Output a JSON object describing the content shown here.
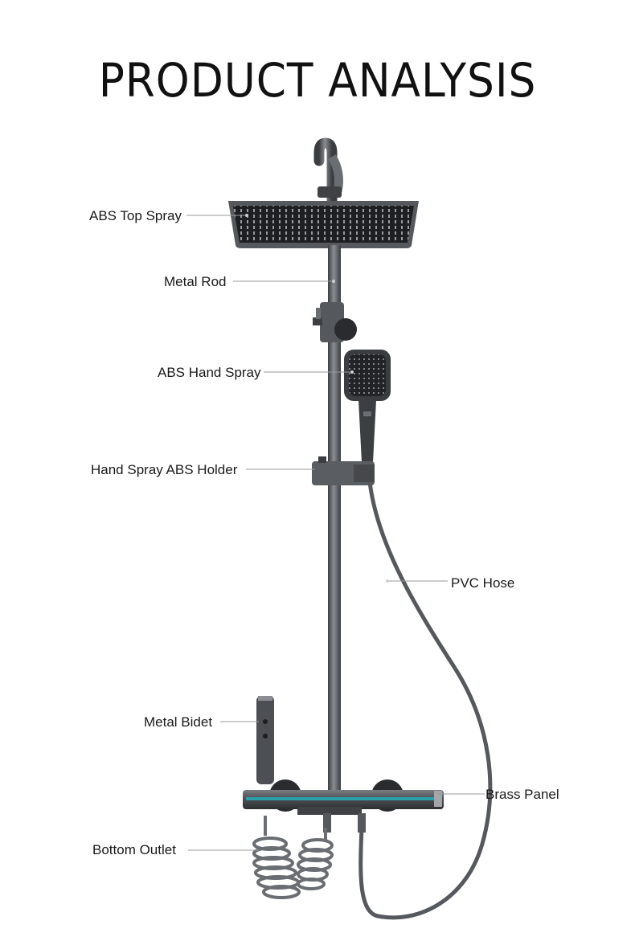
{
  "title": "PRODUCT ANALYSIS",
  "labels": {
    "abs_top_spray": "ABS Top Spray",
    "metal_rod": "Metal Rod",
    "abs_hand_spray": "ABS Hand Spray",
    "hand_spray_holder": "Hand Spray ABS Holder",
    "pvc_hose": "PVC Hose",
    "metal_bidet": "Metal Bidet",
    "brass_panel": "Brass Panel",
    "bottom_outlet": "Bottom Outlet"
  },
  "colors": {
    "metal": "#5f6266",
    "dark": "#2b2d30",
    "panel_accent": "#2a9fa8",
    "leader_line": "#9a9a9a"
  }
}
